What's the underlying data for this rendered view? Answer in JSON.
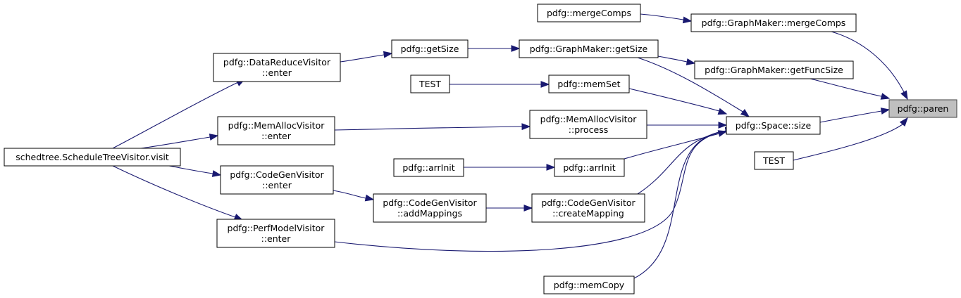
{
  "nodes": {
    "paren": {
      "label": [
        "pdfg::paren"
      ]
    },
    "space_size": {
      "label": [
        "pdfg::Space::size"
      ]
    },
    "gm_merge": {
      "label": [
        "pdfg::GraphMaker::mergeComps"
      ]
    },
    "gm_funcsize": {
      "label": [
        "pdfg::GraphMaker::getFuncSize"
      ]
    },
    "test_right": {
      "label": [
        "TEST"
      ]
    },
    "merge": {
      "label": [
        "pdfg::mergeComps"
      ]
    },
    "gm_getsize": {
      "label": [
        "pdfg::GraphMaker::getSize"
      ]
    },
    "getsize": {
      "label": [
        "pdfg::getSize"
      ]
    },
    "drv_enter": {
      "label": [
        "pdfg::DataReduceVisitor",
        "::enter"
      ]
    },
    "memset": {
      "label": [
        "pdfg::memSet"
      ]
    },
    "test_left": {
      "label": [
        "TEST"
      ]
    },
    "mav_process": {
      "label": [
        "pdfg::MemAllocVisitor",
        "::process"
      ]
    },
    "mav_enter": {
      "label": [
        "pdfg::MemAllocVisitor",
        "::enter"
      ]
    },
    "arrinit_mid": {
      "label": [
        "pdfg::arrInit"
      ]
    },
    "arrinit_left": {
      "label": [
        "pdfg::arrInit"
      ]
    },
    "cgv_create": {
      "label": [
        "pdfg::CodeGenVisitor",
        "::createMapping"
      ]
    },
    "cgv_add": {
      "label": [
        "pdfg::CodeGenVisitor",
        "::addMappings"
      ]
    },
    "cgv_enter": {
      "label": [
        "pdfg::CodeGenVisitor",
        "::enter"
      ]
    },
    "pmv_enter": {
      "label": [
        "pdfg::PerfModelVisitor",
        "::enter"
      ]
    },
    "memcopy": {
      "label": [
        "pdfg::memCopy"
      ]
    },
    "visit": {
      "label": [
        "schedtree.ScheduleTreeVisitor.visit"
      ]
    }
  },
  "edges": [
    {
      "from": "gm_merge",
      "to": "paren"
    },
    {
      "from": "gm_funcsize",
      "to": "paren"
    },
    {
      "from": "space_size",
      "to": "paren"
    },
    {
      "from": "test_right",
      "to": "paren"
    },
    {
      "from": "merge",
      "to": "gm_merge"
    },
    {
      "from": "gm_getsize",
      "to": "gm_funcsize"
    },
    {
      "from": "gm_getsize",
      "to": "space_size"
    },
    {
      "from": "memset",
      "to": "space_size"
    },
    {
      "from": "mav_process",
      "to": "space_size"
    },
    {
      "from": "arrinit_mid",
      "to": "space_size"
    },
    {
      "from": "cgv_create",
      "to": "space_size"
    },
    {
      "from": "memcopy",
      "to": "space_size"
    },
    {
      "from": "pmv_enter",
      "to": "space_size"
    },
    {
      "from": "getsize",
      "to": "gm_getsize"
    },
    {
      "from": "drv_enter",
      "to": "getsize"
    },
    {
      "from": "test_left",
      "to": "memset"
    },
    {
      "from": "mav_enter",
      "to": "mav_process"
    },
    {
      "from": "arrinit_left",
      "to": "arrinit_mid"
    },
    {
      "from": "cgv_add",
      "to": "cgv_create"
    },
    {
      "from": "cgv_enter",
      "to": "cgv_add"
    },
    {
      "from": "visit",
      "to": "drv_enter"
    },
    {
      "from": "visit",
      "to": "mav_enter"
    },
    {
      "from": "visit",
      "to": "cgv_enter"
    },
    {
      "from": "visit",
      "to": "pmv_enter"
    }
  ],
  "colors": {
    "edge": "#191970",
    "highlight_fill": "#bfbfbf"
  }
}
